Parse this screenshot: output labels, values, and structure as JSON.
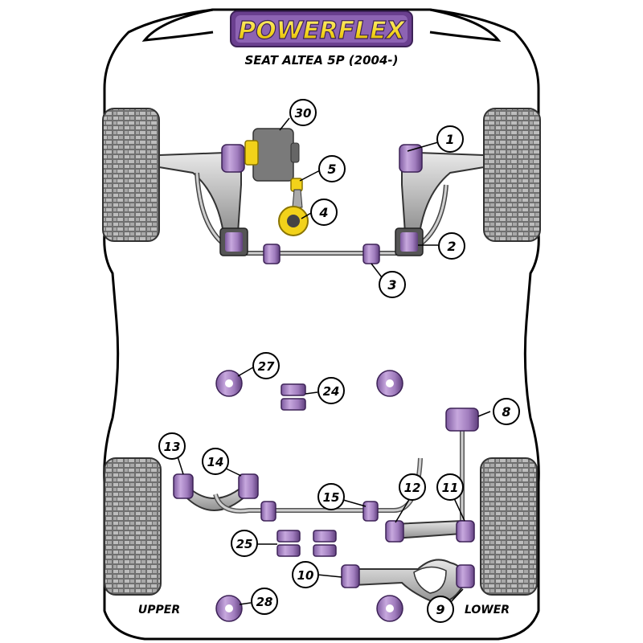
{
  "brand": {
    "logo_text": "POWERFLEX",
    "model_title": "SEAT ALTEA 5P (2004-)"
  },
  "corner_labels": {
    "upper": "UPPER",
    "lower": "LOWER"
  },
  "callouts": [
    {
      "id": "1",
      "label": "1"
    },
    {
      "id": "2",
      "label": "2"
    },
    {
      "id": "3",
      "label": "3"
    },
    {
      "id": "4",
      "label": "4"
    },
    {
      "id": "5",
      "label": "5"
    },
    {
      "id": "8",
      "label": "8"
    },
    {
      "id": "9",
      "label": "9"
    },
    {
      "id": "10",
      "label": "10"
    },
    {
      "id": "11",
      "label": "11"
    },
    {
      "id": "12",
      "label": "12"
    },
    {
      "id": "13",
      "label": "13"
    },
    {
      "id": "14",
      "label": "14"
    },
    {
      "id": "15",
      "label": "15"
    },
    {
      "id": "24",
      "label": "24"
    },
    {
      "id": "25",
      "label": "25"
    },
    {
      "id": "27",
      "label": "27"
    },
    {
      "id": "28",
      "label": "28"
    },
    {
      "id": "30",
      "label": "30"
    }
  ],
  "colors": {
    "bush_purple": "#a57fc2",
    "bush_dark": "#5d3d7a",
    "logo_yellow": "#f2d21a",
    "logo_purple": "#6a3f8f",
    "metal_grey": "#c8c8c8",
    "tyre_grey": "#8a8a8a"
  }
}
